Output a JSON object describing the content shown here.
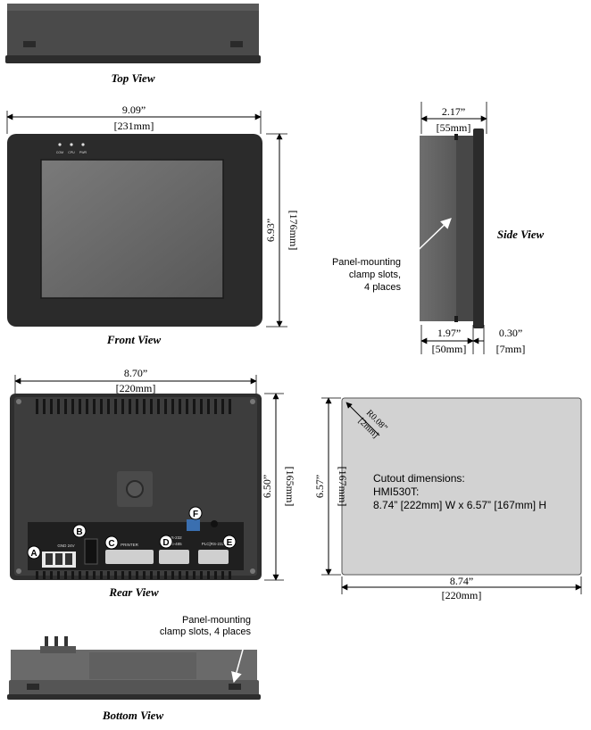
{
  "views": {
    "top": "Top View",
    "front": "Front View",
    "side": "Side View",
    "rear": "Rear View",
    "bottom": "Bottom View"
  },
  "dimensions": {
    "front_width_in": "9.09”",
    "front_width_mm": "[231mm]",
    "front_height_in": "6.93”",
    "front_height_mm": "[176mm]",
    "side_depth_in": "2.17”",
    "side_depth_mm": "[55mm]",
    "side_body_in": "1.97”",
    "side_body_mm": "[50mm]",
    "side_bezel_in": "0.30”",
    "side_bezel_mm": "[7mm]",
    "rear_width_in": "8.70”",
    "rear_width_mm": "[220mm]",
    "rear_height_in": "6.50”",
    "rear_height_mm": "[165mm]",
    "cutout_width_in": "8.74”",
    "cutout_width_mm": "[220mm]",
    "cutout_height_in": "6.57”",
    "cutout_height_mm": "[167mm]",
    "cutout_radius_in": "R0.08”",
    "cutout_radius_mm": "[2mm]"
  },
  "front_leds": [
    "COM",
    "CPU",
    "PWR"
  ],
  "side_note": [
    "Panel-mounting",
    "clamp slots,",
    "4 places"
  ],
  "bottom_note": [
    "Panel-mounting",
    "clamp slots, 4 places"
  ],
  "cutout_text": {
    "line1": "Cutout dimensions:",
    "line2": "HMI530T:",
    "line3": "8.74” [222mm] W  x  6.57” [167mm] H"
  },
  "rear_callouts": {
    "a": "A",
    "b": "B",
    "c": "C",
    "d": "D",
    "e": "E",
    "f": "F"
  },
  "rear_port_labels": {
    "power": "GND  24V",
    "printer": "PRINTER",
    "rs232": "RS-232",
    "rs485": "RS-485",
    "plc": "PLC[RS-232]"
  },
  "colors": {
    "bezel": "#2b2b2b",
    "screen": "#6b6b6b",
    "rear_body": "#3a3a3a",
    "cutout_fill": "#d2d2d2"
  }
}
